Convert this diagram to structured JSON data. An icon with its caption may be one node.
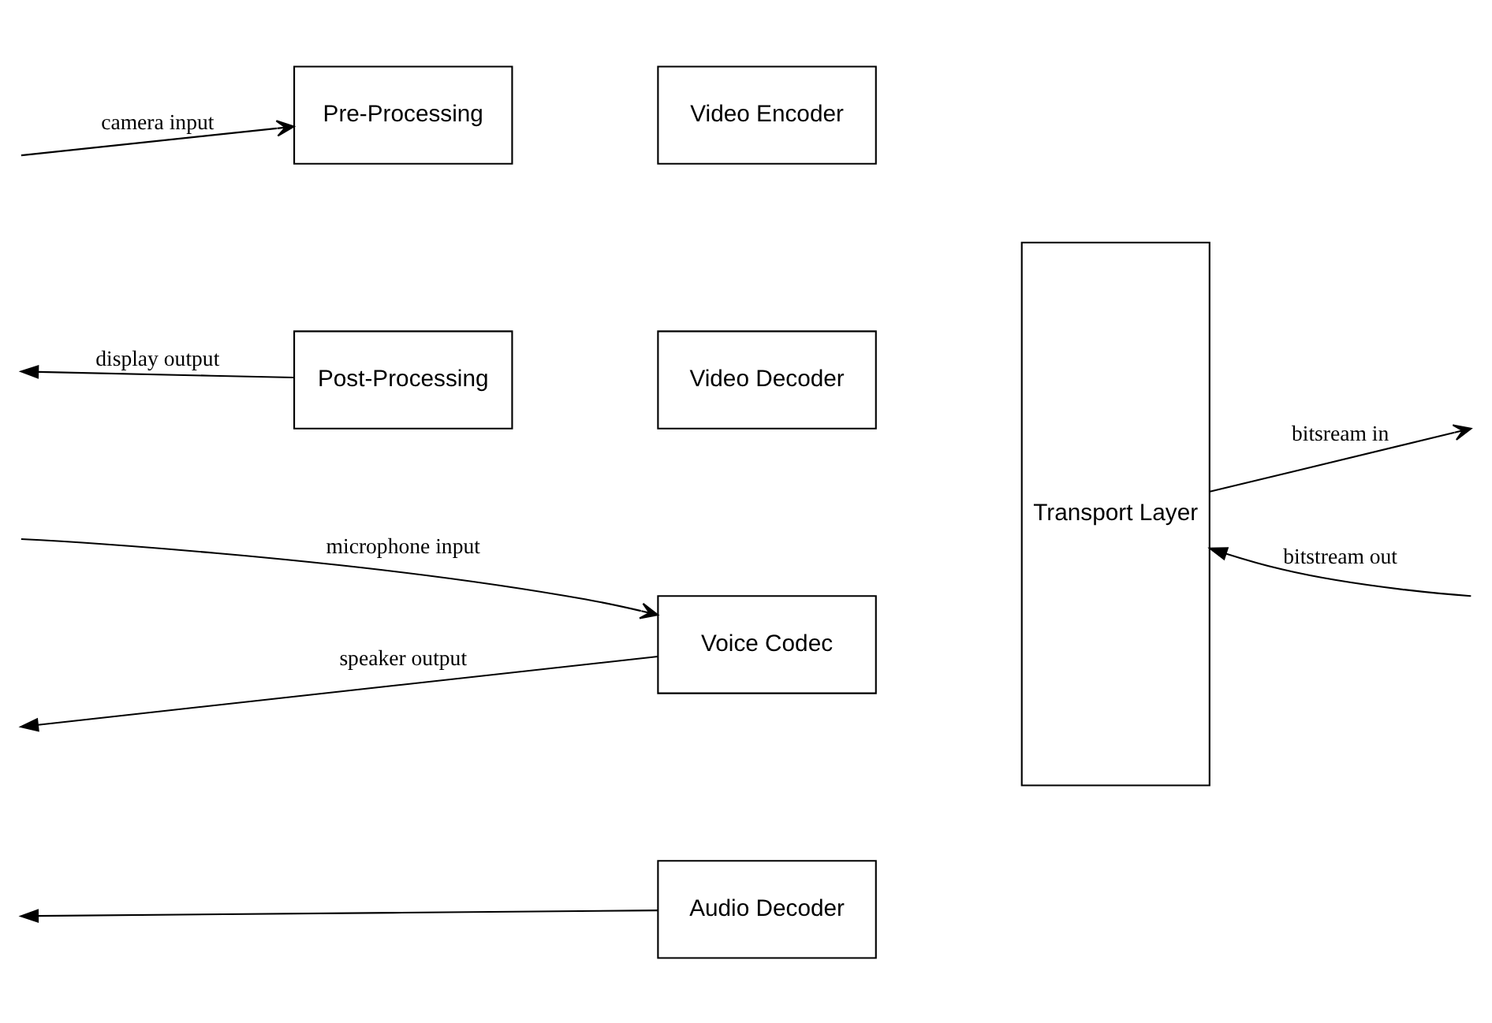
{
  "diagram": {
    "nodes": [
      {
        "text": [
          "Pre-Processing"
        ]
      },
      {
        "text": [
          "Video Encoder"
        ]
      },
      {
        "text": [
          "Post-Processing"
        ]
      },
      {
        "text": [
          "Video Decoder"
        ]
      },
      {
        "text": [
          "Voice Codec"
        ]
      },
      {
        "text": [
          "Audio Decoder"
        ]
      },
      {
        "text": [
          "Transport Layer"
        ]
      }
    ],
    "edges": [
      {
        "from": null,
        "to": 0,
        "arrow": "to",
        "label": "camera input"
      },
      {
        "from": 2,
        "to": null,
        "arrow": "to",
        "label": "display output"
      },
      {
        "from": 6,
        "to": null,
        "arrow": "to",
        "label": "bitsream in"
      },
      {
        "from": null,
        "to": 6,
        "arrow": "to",
        "label": "bitstream out"
      },
      {
        "from": null,
        "to": 4,
        "arrow": "to",
        "label": "microphone input"
      },
      {
        "from": 4,
        "to": null,
        "arrow": "to",
        "label": "speaker output"
      },
      {
        "from": 5,
        "to": null,
        "arrow": "to"
      }
    ]
  }
}
